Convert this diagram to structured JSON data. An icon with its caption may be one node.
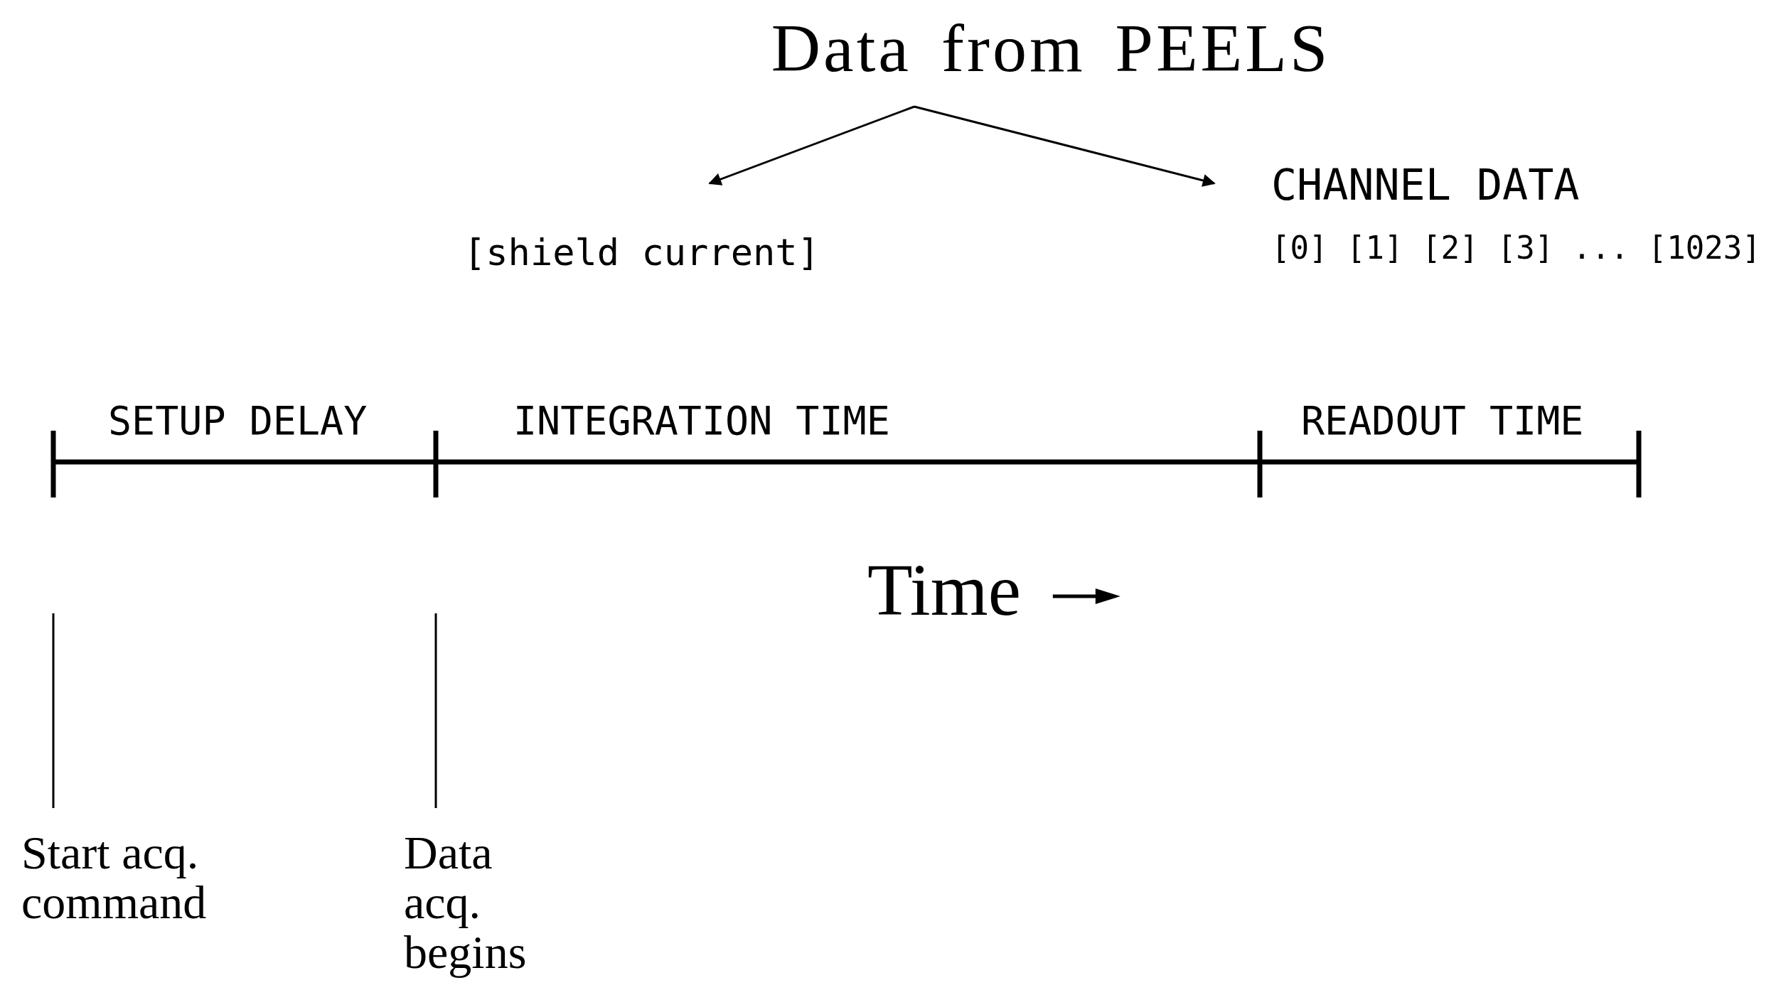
{
  "diagram": {
    "title": "Data from PEELS",
    "nodes": [
      {
        "text": [
          "[shield current]"
        ]
      },
      {
        "text": [
          "CHANNEL DATA",
          "[0] [1] [2] [3] ... [1023]"
        ]
      },
      {
        "text": [
          "Start acq. command"
        ]
      },
      {
        "text": [
          "Data acq. begins"
        ]
      }
    ],
    "edges": [
      {
        "from": null,
        "to": 0,
        "arrow": "to"
      },
      {
        "from": null,
        "to": 1,
        "arrow": "to"
      },
      {
        "from": 2,
        "to": null,
        "arrow": "none"
      },
      {
        "from": 3,
        "to": null,
        "arrow": "none"
      }
    ],
    "labels": [
      "SETUP DELAY",
      "INTEGRATION TIME",
      "READOUT TIME",
      "Time"
    ]
  }
}
